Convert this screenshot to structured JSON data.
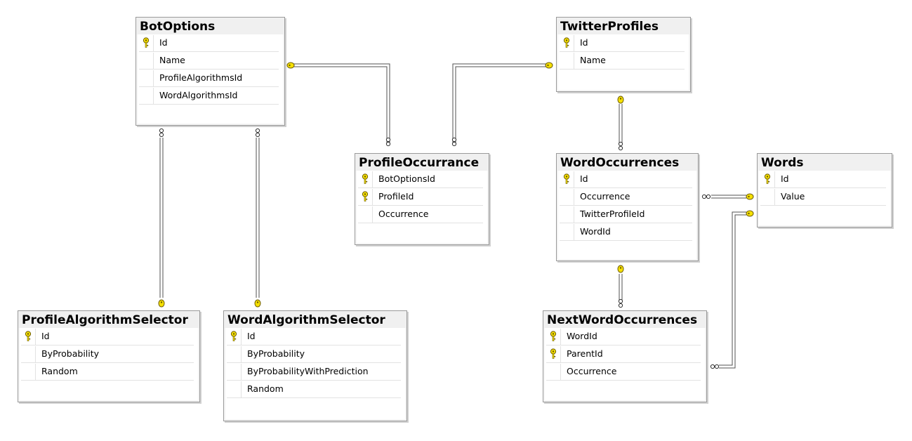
{
  "tables": {
    "bot_options": {
      "title": "BotOptions",
      "columns": [
        {
          "name": "Id",
          "key": true
        },
        {
          "name": "Name",
          "key": false
        },
        {
          "name": "ProfileAlgorithmsId",
          "key": false
        },
        {
          "name": "WordAlgorithmsId",
          "key": false
        }
      ]
    },
    "twitter_profiles": {
      "title": "TwitterProfiles",
      "columns": [
        {
          "name": "Id",
          "key": true
        },
        {
          "name": "Name",
          "key": false
        }
      ]
    },
    "profile_occurrance": {
      "title": "ProfileOccurrance",
      "columns": [
        {
          "name": "BotOptionsId",
          "key": true
        },
        {
          "name": "ProfileId",
          "key": true
        },
        {
          "name": "Occurrence",
          "key": false
        }
      ]
    },
    "word_occurrences": {
      "title": "WordOccurrences",
      "columns": [
        {
          "name": "Id",
          "key": true
        },
        {
          "name": "Occurrence",
          "key": false
        },
        {
          "name": "TwitterProfileId",
          "key": false
        },
        {
          "name": "WordId",
          "key": false
        }
      ]
    },
    "words": {
      "title": "Words",
      "columns": [
        {
          "name": "Id",
          "key": true
        },
        {
          "name": "Value",
          "key": false
        }
      ]
    },
    "profile_algorithm_selector": {
      "title": "ProfileAlgorithmSelector",
      "columns": [
        {
          "name": "Id",
          "key": true
        },
        {
          "name": "ByProbability",
          "key": false
        },
        {
          "name": "Random",
          "key": false
        }
      ]
    },
    "word_algorithm_selector": {
      "title": "WordAlgorithmSelector",
      "columns": [
        {
          "name": "Id",
          "key": true
        },
        {
          "name": "ByProbability",
          "key": false
        },
        {
          "name": "ByProbabilityWithPrediction",
          "key": false
        },
        {
          "name": "Random",
          "key": false
        }
      ]
    },
    "next_word_occurrences": {
      "title": "NextWordOccurrences",
      "columns": [
        {
          "name": "WordId",
          "key": true
        },
        {
          "name": "ParentId",
          "key": true
        },
        {
          "name": "Occurrence",
          "key": false
        }
      ]
    }
  },
  "relationships": [
    {
      "from": "bot_options",
      "to": "profile_occurrance",
      "one": "key",
      "many": "infinity"
    },
    {
      "from": "twitter_profiles",
      "to": "profile_occurrance",
      "one": "key",
      "many": "infinity"
    },
    {
      "from": "twitter_profiles",
      "to": "word_occurrences",
      "one": "key",
      "many": "infinity"
    },
    {
      "from": "words",
      "to": "word_occurrences",
      "one": "key",
      "many": "infinity"
    },
    {
      "from": "words",
      "to": "next_word_occurrences",
      "one": "key",
      "many": "infinity"
    },
    {
      "from": "word_occurrences",
      "to": "next_word_occurrences",
      "one": "key",
      "many": "infinity"
    },
    {
      "from": "profile_algorithm_selector",
      "to": "bot_options",
      "one": "key",
      "many": "infinity"
    },
    {
      "from": "word_algorithm_selector",
      "to": "bot_options",
      "one": "key",
      "many": "infinity"
    }
  ],
  "icons": {
    "primary_key": "key-icon",
    "one_end": "key-icon",
    "many_end": "infinity-icon"
  },
  "colors": {
    "key_fill": "#f5e000",
    "key_outline": "#6b5a00",
    "line": "#606060"
  }
}
